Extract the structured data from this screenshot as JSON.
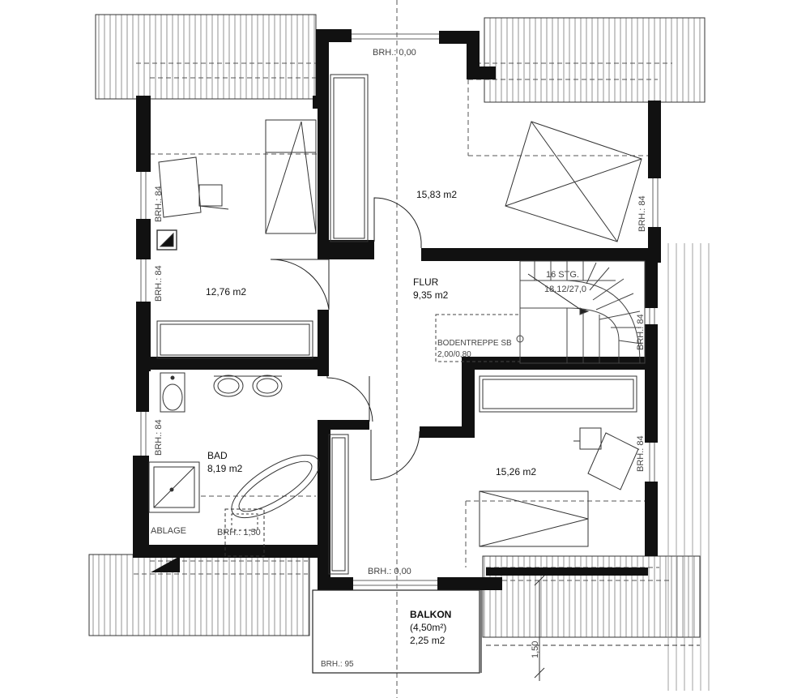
{
  "plan": {
    "rooms": [
      {
        "id": "room-nw",
        "area": "12,76 m2"
      },
      {
        "id": "room-ne",
        "area": "15,83 m2"
      },
      {
        "id": "flur",
        "name": "FLUR",
        "area": "9,35 m2"
      },
      {
        "id": "bad",
        "name": "BAD",
        "area": "8,19 m2"
      },
      {
        "id": "room-se",
        "area": "15,26 m2"
      },
      {
        "id": "balkon",
        "name": "BALKON",
        "size_note": "(4,50m²)",
        "area": "2,25 m2"
      }
    ],
    "annotations": {
      "brh_top": "BRH.: 0,00",
      "brh_mid": "BRH.: 0,00",
      "brh_bath": "BRH.: 1,50",
      "brh_balkon": "BRH.: 95",
      "brh_84": "BRH.: 84",
      "ablage": "ABLAGE",
      "stairs_count": "16 STG.",
      "stairs_dims": "18,12/27,0",
      "bodentreppe": "BODENTREPPE SB",
      "bodentreppe_size": "2,00/0,80",
      "dim_150": "1,50"
    }
  }
}
